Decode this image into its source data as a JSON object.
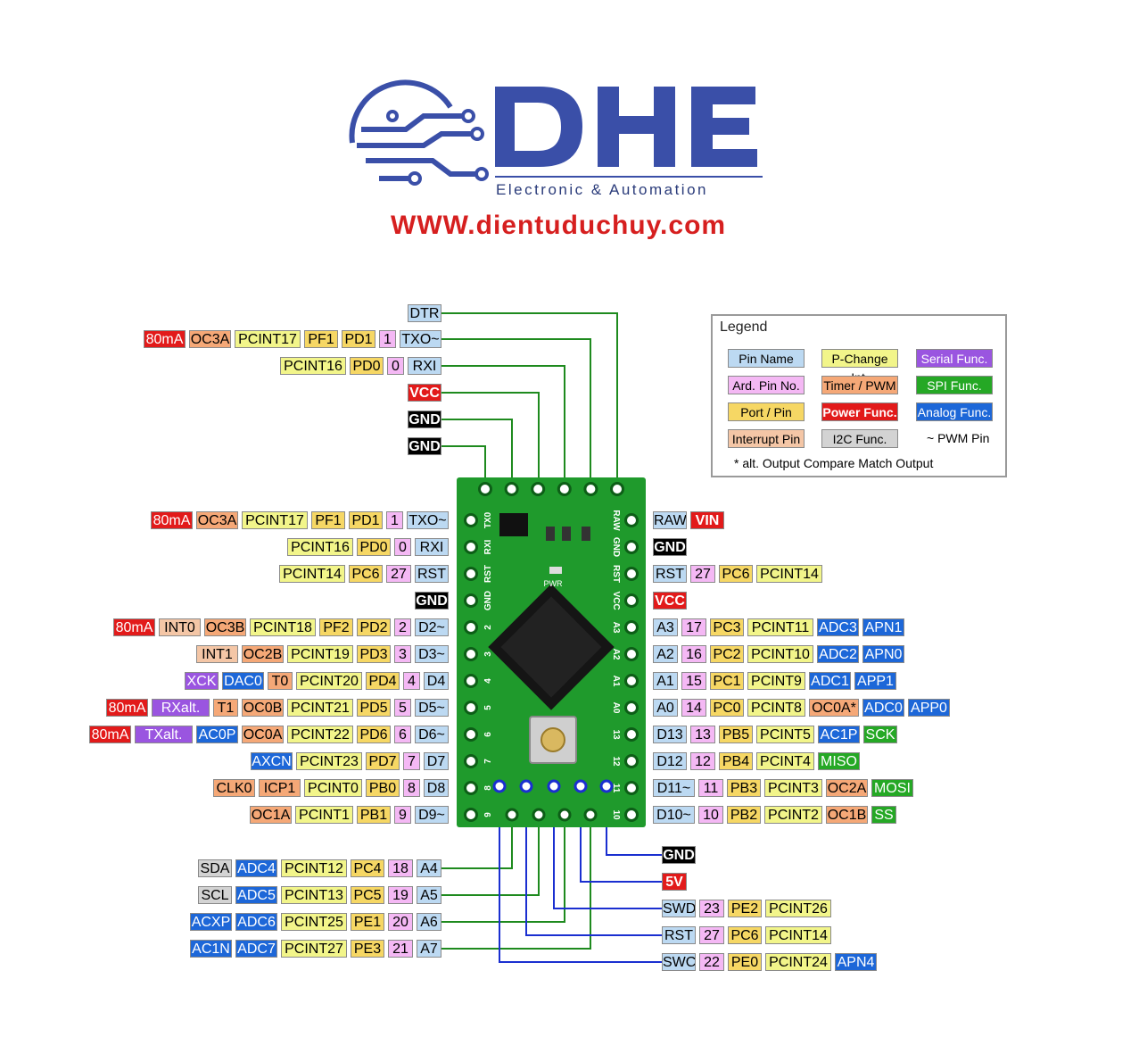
{
  "logo": {
    "brand": "DHE",
    "tagline": "Electronic & Automation",
    "website": "WWW.dientuduchuy.com"
  },
  "legend": {
    "title": "Legend",
    "items": [
      {
        "label": "Pin Name",
        "type": "pin"
      },
      {
        "label": "P-Change Int.",
        "type": "pci"
      },
      {
        "label": "Serial Func.",
        "type": "ser"
      },
      {
        "label": "Ard. Pin No.",
        "type": "ard"
      },
      {
        "label": "Timer / PWM",
        "type": "tim"
      },
      {
        "label": "SPI Func.",
        "type": "spi"
      },
      {
        "label": "Port / Pin",
        "type": "port"
      },
      {
        "label": "Power Func.",
        "type": "pwr"
      },
      {
        "label": "Analog Func.",
        "type": "ana"
      },
      {
        "label": "Interrupt Pin",
        "type": "int"
      },
      {
        "label": "I2C Func.",
        "type": "i2c"
      }
    ],
    "pwm_note": "~ PWM Pin",
    "footnote": "* alt. Output Compare Match Output"
  },
  "board": {
    "silk_left": [
      "TX0",
      "RXI",
      "RST",
      "GND",
      "2",
      "3",
      "4",
      "5",
      "6",
      "7",
      "8",
      "9"
    ],
    "silk_right": [
      "RAW",
      "GND",
      "RST",
      "VCC",
      "A3",
      "A2",
      "A1",
      "A0",
      "13",
      "12",
      "11",
      "10"
    ],
    "pwr_label": "PWR"
  },
  "top_header": [
    [
      {
        "t": "DTR",
        "c": "pin"
      }
    ],
    [
      {
        "t": "80mA",
        "c": "ma"
      },
      {
        "t": "OC3A",
        "c": "tim"
      },
      {
        "t": "PCINT17",
        "c": "pci"
      },
      {
        "t": "PF1",
        "c": "port"
      },
      {
        "t": "PD1",
        "c": "port"
      },
      {
        "t": "1",
        "c": "ard"
      },
      {
        "t": "TXO~",
        "c": "pin"
      }
    ],
    [
      {
        "t": "PCINT16",
        "c": "pci"
      },
      {
        "t": "PD0",
        "c": "port"
      },
      {
        "t": "0",
        "c": "ard"
      },
      {
        "t": "RXI",
        "c": "pin"
      }
    ],
    [
      {
        "t": "VCC",
        "c": "pwr"
      }
    ],
    [
      {
        "t": "GND",
        "c": "gnd"
      }
    ],
    [
      {
        "t": "GND",
        "c": "gnd"
      }
    ]
  ],
  "left_pins": [
    [
      {
        "t": "80mA",
        "c": "ma"
      },
      {
        "t": "OC3A",
        "c": "tim"
      },
      {
        "t": "PCINT17",
        "c": "pci"
      },
      {
        "t": "PF1",
        "c": "port"
      },
      {
        "t": "PD1",
        "c": "port"
      },
      {
        "t": "1",
        "c": "ard"
      },
      {
        "t": "TXO~",
        "c": "pin"
      }
    ],
    [
      {
        "t": "PCINT16",
        "c": "pci"
      },
      {
        "t": "PD0",
        "c": "port"
      },
      {
        "t": "0",
        "c": "ard"
      },
      {
        "t": "RXI",
        "c": "pin"
      }
    ],
    [
      {
        "t": "PCINT14",
        "c": "pci"
      },
      {
        "t": "PC6",
        "c": "port"
      },
      {
        "t": "27",
        "c": "ard"
      },
      {
        "t": "RST",
        "c": "pin"
      }
    ],
    [
      {
        "t": "GND",
        "c": "gnd"
      }
    ],
    [
      {
        "t": "80mA",
        "c": "ma"
      },
      {
        "t": "INT0",
        "c": "int"
      },
      {
        "t": "OC3B",
        "c": "tim"
      },
      {
        "t": "PCINT18",
        "c": "pci"
      },
      {
        "t": "PF2",
        "c": "port"
      },
      {
        "t": "PD2",
        "c": "port"
      },
      {
        "t": "2",
        "c": "ard"
      },
      {
        "t": "D2~",
        "c": "pin"
      }
    ],
    [
      {
        "t": "INT1",
        "c": "int"
      },
      {
        "t": "OC2B",
        "c": "tim"
      },
      {
        "t": "PCINT19",
        "c": "pci"
      },
      {
        "t": "PD3",
        "c": "port"
      },
      {
        "t": "3",
        "c": "ard"
      },
      {
        "t": "D3~",
        "c": "pin"
      }
    ],
    [
      {
        "t": "XCK",
        "c": "ser"
      },
      {
        "t": "DAC0",
        "c": "ana"
      },
      {
        "t": "T0",
        "c": "tim"
      },
      {
        "t": "PCINT20",
        "c": "pci"
      },
      {
        "t": "PD4",
        "c": "port"
      },
      {
        "t": "4",
        "c": "ard"
      },
      {
        "t": "D4",
        "c": "pin"
      }
    ],
    [
      {
        "t": "80mA",
        "c": "ma"
      },
      {
        "t": "RXalt.",
        "c": "ser"
      },
      {
        "t": "T1",
        "c": "tim"
      },
      {
        "t": "OC0B",
        "c": "tim"
      },
      {
        "t": "PCINT21",
        "c": "pci"
      },
      {
        "t": "PD5",
        "c": "port"
      },
      {
        "t": "5",
        "c": "ard"
      },
      {
        "t": "D5~",
        "c": "pin"
      }
    ],
    [
      {
        "t": "80mA",
        "c": "ma"
      },
      {
        "t": "TXalt.",
        "c": "ser"
      },
      {
        "t": "AC0P",
        "c": "ana"
      },
      {
        "t": "OC0A",
        "c": "tim"
      },
      {
        "t": "PCINT22",
        "c": "pci"
      },
      {
        "t": "PD6",
        "c": "port"
      },
      {
        "t": "6",
        "c": "ard"
      },
      {
        "t": "D6~",
        "c": "pin"
      }
    ],
    [
      {
        "t": "AXCN",
        "c": "ana"
      },
      {
        "t": "PCINT23",
        "c": "pci"
      },
      {
        "t": "PD7",
        "c": "port"
      },
      {
        "t": "7",
        "c": "ard"
      },
      {
        "t": "D7",
        "c": "pin"
      }
    ],
    [
      {
        "t": "CLK0",
        "c": "tim"
      },
      {
        "t": "ICP1",
        "c": "tim"
      },
      {
        "t": "PCINT0",
        "c": "pci"
      },
      {
        "t": "PB0",
        "c": "port"
      },
      {
        "t": "8",
        "c": "ard"
      },
      {
        "t": "D8",
        "c": "pin"
      }
    ],
    [
      {
        "t": "OC1A",
        "c": "tim"
      },
      {
        "t": "PCINT1",
        "c": "pci"
      },
      {
        "t": "PB1",
        "c": "port"
      },
      {
        "t": "9",
        "c": "ard"
      },
      {
        "t": "D9~",
        "c": "pin"
      }
    ]
  ],
  "right_pins": [
    [
      {
        "t": "RAW",
        "c": "pin"
      },
      {
        "t": "VIN",
        "c": "pwr"
      }
    ],
    [
      {
        "t": "GND",
        "c": "gnd"
      }
    ],
    [
      {
        "t": "RST",
        "c": "pin"
      },
      {
        "t": "27",
        "c": "ard"
      },
      {
        "t": "PC6",
        "c": "port"
      },
      {
        "t": "PCINT14",
        "c": "pci"
      }
    ],
    [
      {
        "t": "VCC",
        "c": "pwr"
      }
    ],
    [
      {
        "t": "A3",
        "c": "pin"
      },
      {
        "t": "17",
        "c": "ard"
      },
      {
        "t": "PC3",
        "c": "port"
      },
      {
        "t": "PCINT11",
        "c": "pci"
      },
      {
        "t": "ADC3",
        "c": "ana"
      },
      {
        "t": "APN1",
        "c": "ana"
      }
    ],
    [
      {
        "t": "A2",
        "c": "pin"
      },
      {
        "t": "16",
        "c": "ard"
      },
      {
        "t": "PC2",
        "c": "port"
      },
      {
        "t": "PCINT10",
        "c": "pci"
      },
      {
        "t": "ADC2",
        "c": "ana"
      },
      {
        "t": "APN0",
        "c": "ana"
      }
    ],
    [
      {
        "t": "A1",
        "c": "pin"
      },
      {
        "t": "15",
        "c": "ard"
      },
      {
        "t": "PC1",
        "c": "port"
      },
      {
        "t": "PCINT9",
        "c": "pci"
      },
      {
        "t": "ADC1",
        "c": "ana"
      },
      {
        "t": "APP1",
        "c": "ana"
      }
    ],
    [
      {
        "t": "A0",
        "c": "pin"
      },
      {
        "t": "14",
        "c": "ard"
      },
      {
        "t": "PC0",
        "c": "port"
      },
      {
        "t": "PCINT8",
        "c": "pci"
      },
      {
        "t": "OC0A*",
        "c": "tim"
      },
      {
        "t": "ADC0",
        "c": "ana"
      },
      {
        "t": "APP0",
        "c": "ana"
      }
    ],
    [
      {
        "t": "D13",
        "c": "pin"
      },
      {
        "t": "13",
        "c": "ard"
      },
      {
        "t": "PB5",
        "c": "port"
      },
      {
        "t": "PCINT5",
        "c": "pci"
      },
      {
        "t": "AC1P",
        "c": "ana"
      },
      {
        "t": "SCK",
        "c": "spi"
      }
    ],
    [
      {
        "t": "D12",
        "c": "pin"
      },
      {
        "t": "12",
        "c": "ard"
      },
      {
        "t": "PB4",
        "c": "port"
      },
      {
        "t": "PCINT4",
        "c": "pci"
      },
      {
        "t": "MISO",
        "c": "spi"
      }
    ],
    [
      {
        "t": "D11~",
        "c": "pin"
      },
      {
        "t": "11",
        "c": "ard"
      },
      {
        "t": "PB3",
        "c": "port"
      },
      {
        "t": "PCINT3",
        "c": "pci"
      },
      {
        "t": "OC2A",
        "c": "tim"
      },
      {
        "t": "MOSI",
        "c": "spi"
      }
    ],
    [
      {
        "t": "D10~",
        "c": "pin"
      },
      {
        "t": "10",
        "c": "ard"
      },
      {
        "t": "PB2",
        "c": "port"
      },
      {
        "t": "PCINT2",
        "c": "pci"
      },
      {
        "t": "OC1B",
        "c": "tim"
      },
      {
        "t": "SS",
        "c": "spi"
      }
    ]
  ],
  "bottom_left": [
    [
      {
        "t": "SDA",
        "c": "i2c"
      },
      {
        "t": "ADC4",
        "c": "ana"
      },
      {
        "t": "PCINT12",
        "c": "pci"
      },
      {
        "t": "PC4",
        "c": "port"
      },
      {
        "t": "18",
        "c": "ard"
      },
      {
        "t": "A4",
        "c": "pin"
      }
    ],
    [
      {
        "t": "SCL",
        "c": "i2c"
      },
      {
        "t": "ADC5",
        "c": "ana"
      },
      {
        "t": "PCINT13",
        "c": "pci"
      },
      {
        "t": "PC5",
        "c": "port"
      },
      {
        "t": "19",
        "c": "ard"
      },
      {
        "t": "A5",
        "c": "pin"
      }
    ],
    [
      {
        "t": "ACXP",
        "c": "ana"
      },
      {
        "t": "ADC6",
        "c": "ana"
      },
      {
        "t": "PCINT25",
        "c": "pci"
      },
      {
        "t": "PE1",
        "c": "port"
      },
      {
        "t": "20",
        "c": "ard"
      },
      {
        "t": "A6",
        "c": "pin"
      }
    ],
    [
      {
        "t": "AC1N",
        "c": "ana"
      },
      {
        "t": "ADC7",
        "c": "ana"
      },
      {
        "t": "PCINT27",
        "c": "pci"
      },
      {
        "t": "PE3",
        "c": "port"
      },
      {
        "t": "21",
        "c": "ard"
      },
      {
        "t": "A7",
        "c": "pin"
      }
    ]
  ],
  "bottom_right": [
    [
      {
        "t": "GND",
        "c": "gnd"
      }
    ],
    [
      {
        "t": "5V",
        "c": "pwr"
      }
    ],
    [
      {
        "t": "SWD",
        "c": "pin"
      },
      {
        "t": "23",
        "c": "ard"
      },
      {
        "t": "PE2",
        "c": "port"
      },
      {
        "t": "PCINT26",
        "c": "pci"
      }
    ],
    [
      {
        "t": "RST",
        "c": "pin"
      },
      {
        "t": "27",
        "c": "ard"
      },
      {
        "t": "PC6",
        "c": "port"
      },
      {
        "t": "PCINT14",
        "c": "pci"
      }
    ],
    [
      {
        "t": "SWC",
        "c": "pin"
      },
      {
        "t": "22",
        "c": "ard"
      },
      {
        "t": "PE0",
        "c": "port"
      },
      {
        "t": "PCINT24",
        "c": "pci"
      },
      {
        "t": "APN4",
        "c": "ana"
      }
    ]
  ],
  "colors": {
    "pcb": "#1f9a2c",
    "green_wire": "#1e8a1e",
    "blue_wire": "#1a2fd0",
    "logo_blue": "#3a4fa8",
    "website_red": "#d61f1f"
  }
}
